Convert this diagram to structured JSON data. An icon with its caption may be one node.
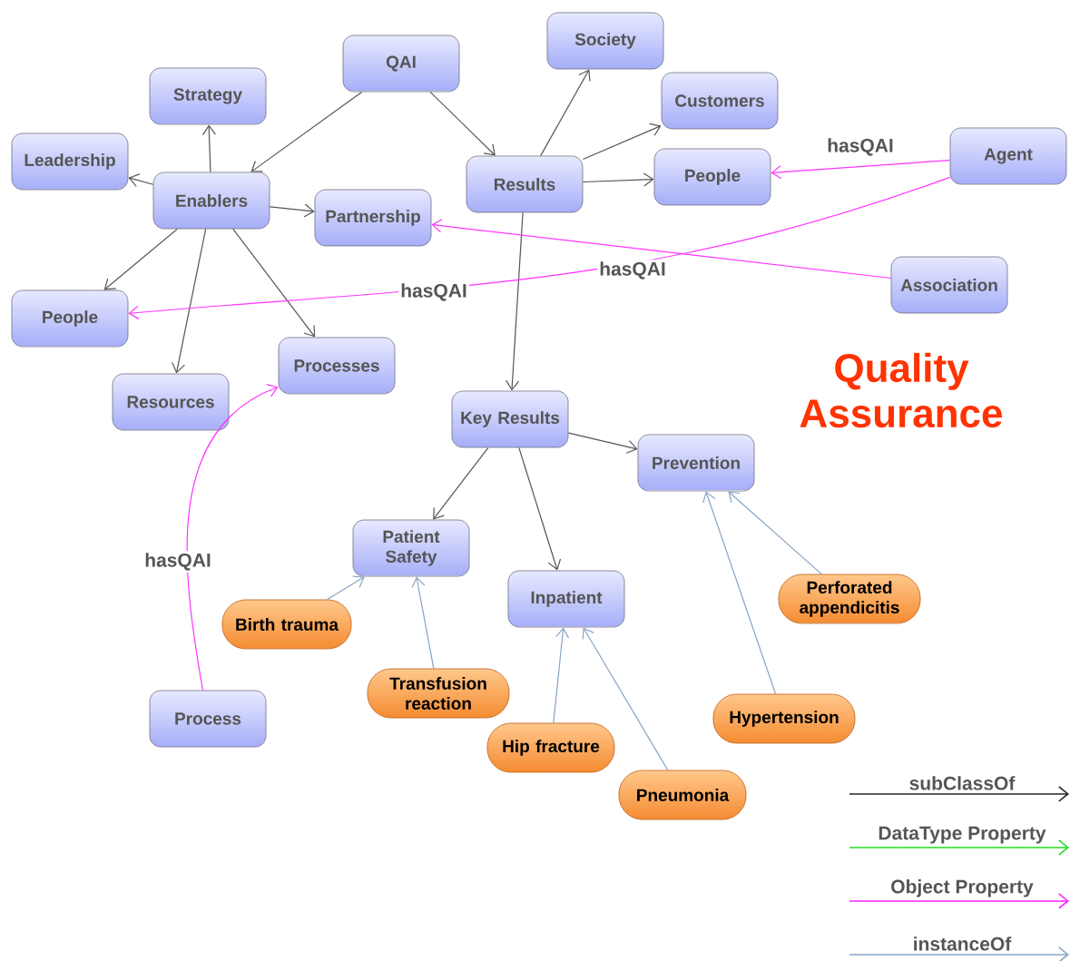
{
  "diagram": {
    "title": "Quality Assurance",
    "nodes": [
      {
        "text": [
          "QAI"
        ]
      },
      {
        "text": [
          "Strategy"
        ]
      },
      {
        "text": [
          "Leadership"
        ]
      },
      {
        "text": [
          "Enablers"
        ]
      },
      {
        "text": [
          "Partnership"
        ]
      },
      {
        "text": [
          "People"
        ]
      },
      {
        "text": [
          "Resources"
        ]
      },
      {
        "text": [
          "Processes"
        ]
      },
      {
        "text": [
          "Society"
        ]
      },
      {
        "text": [
          "Customers"
        ]
      },
      {
        "text": [
          "Results"
        ]
      },
      {
        "text": [
          "People"
        ]
      },
      {
        "text": [
          "Agent"
        ]
      },
      {
        "text": [
          "Association"
        ]
      },
      {
        "text": [
          "Key Results"
        ]
      },
      {
        "text": [
          "Prevention"
        ]
      },
      {
        "text": [
          "Patient Safety"
        ]
      },
      {
        "text": [
          "Inpatient"
        ]
      },
      {
        "text": [
          "Process"
        ]
      },
      {
        "text": [
          "Birth trauma"
        ]
      },
      {
        "text": [
          "Transfusion reaction"
        ]
      },
      {
        "text": [
          "Hip fracture"
        ]
      },
      {
        "text": [
          "Pneumonia"
        ]
      },
      {
        "text": [
          "Hypertension"
        ]
      },
      {
        "text": [
          "Perforated appendicitis"
        ]
      }
    ],
    "edges": [
      {
        "from": 0,
        "to": 3,
        "arrow": "to"
      },
      {
        "from": 0,
        "to": 10,
        "arrow": "to"
      },
      {
        "from": 3,
        "to": 1,
        "arrow": "to"
      },
      {
        "from": 3,
        "to": 2,
        "arrow": "to"
      },
      {
        "from": 3,
        "to": 4,
        "arrow": "to"
      },
      {
        "from": 3,
        "to": 5,
        "arrow": "to"
      },
      {
        "from": 3,
        "to": 6,
        "arrow": "to"
      },
      {
        "from": 3,
        "to": 7,
        "arrow": "to"
      },
      {
        "from": 10,
        "to": 8,
        "arrow": "to"
      },
      {
        "from": 10,
        "to": 9,
        "arrow": "to"
      },
      {
        "from": 10,
        "to": 11,
        "arrow": "to"
      },
      {
        "from": 10,
        "to": 14,
        "arrow": "to"
      },
      {
        "from": 12,
        "to": 11,
        "arrow": "to",
        "label": "hasQAI",
        "color": "#ff33ff"
      },
      {
        "from": 12,
        "to": 5,
        "arrow": "to",
        "label": "hasQAI",
        "color": "#ff33ff"
      },
      {
        "from": 13,
        "to": 4,
        "arrow": "to",
        "label": "hasQAI",
        "color": "#ff33ff"
      },
      {
        "from": 18,
        "to": 7,
        "arrow": "to",
        "label": "hasQAI",
        "color": "#ff33ff"
      },
      {
        "from": 14,
        "to": 16,
        "arrow": "to"
      },
      {
        "from": 14,
        "to": 17,
        "arrow": "to"
      },
      {
        "from": 14,
        "to": 15,
        "arrow": "to"
      },
      {
        "from": 19,
        "to": 16,
        "arrow": "to",
        "color": "#88a4c4"
      },
      {
        "from": 20,
        "to": 16,
        "arrow": "to",
        "color": "#88a4c4"
      },
      {
        "from": 21,
        "to": 17,
        "arrow": "to",
        "color": "#88a4c4"
      },
      {
        "from": 22,
        "to": 17,
        "arrow": "to",
        "color": "#88a4c4"
      },
      {
        "from": 23,
        "to": 15,
        "arrow": "to",
        "color": "#88a4c4"
      },
      {
        "from": 24,
        "to": 15,
        "arrow": "to",
        "color": "#88a4c4"
      }
    ],
    "legend": [
      {
        "text": "subClassOf"
      },
      {
        "text": "DataType Property"
      },
      {
        "text": "Object Property"
      },
      {
        "text": "instanceOf"
      }
    ]
  }
}
